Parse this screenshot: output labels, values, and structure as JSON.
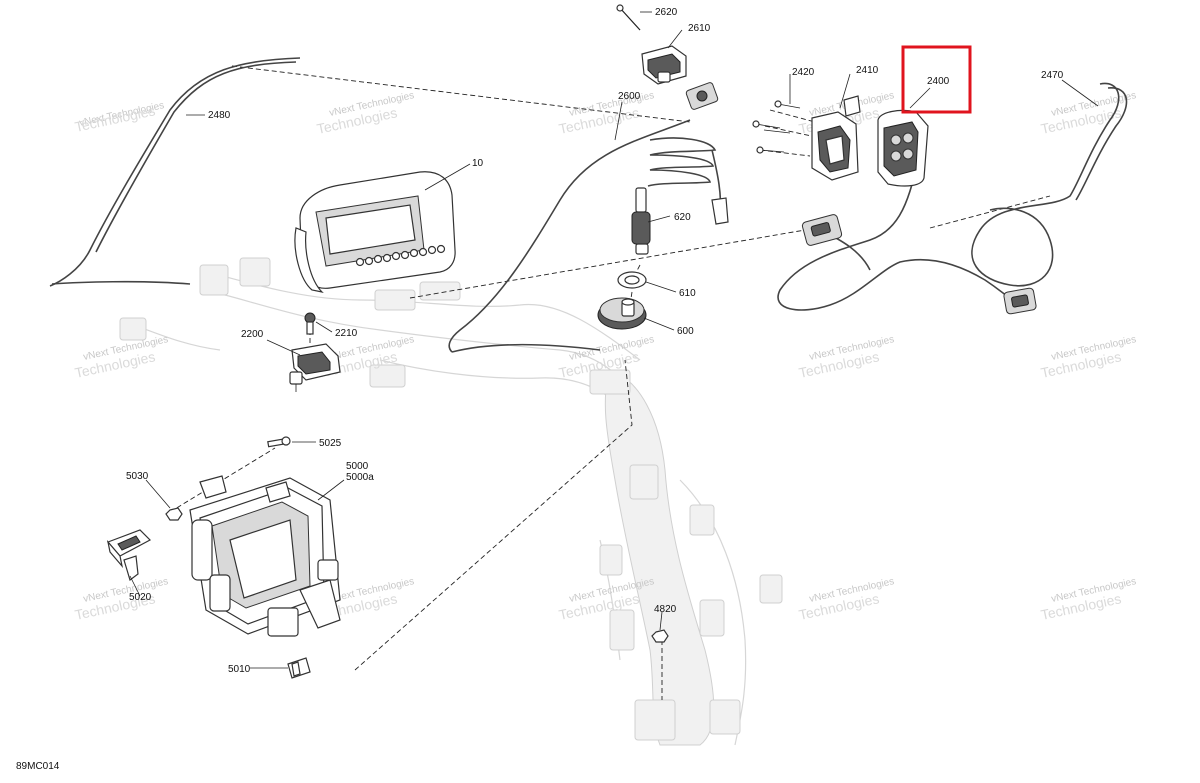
{
  "diagram": {
    "code": "89MC014",
    "watermark": {
      "line1": "vNext",
      "line2": "Technologies",
      "combined": "vNext Technologies"
    },
    "highlight_color": "#e0141e",
    "callouts": {
      "c2620": "2620",
      "c2610": "2610",
      "c2600": "2600",
      "c2420": "2420",
      "c2410": "2410",
      "c2400": "2400",
      "c2470": "2470",
      "c2480": "2480",
      "c10": "10",
      "c620": "620",
      "c610": "610",
      "c600": "600",
      "c2200": "2200",
      "c2210": "2210",
      "c5025": "5025",
      "c5000": "5000",
      "c5000a": "5000a",
      "c5030": "5030",
      "c5020": "5020",
      "c5010": "5010",
      "c4820": "4820"
    },
    "highlighted_callout": "2400"
  }
}
